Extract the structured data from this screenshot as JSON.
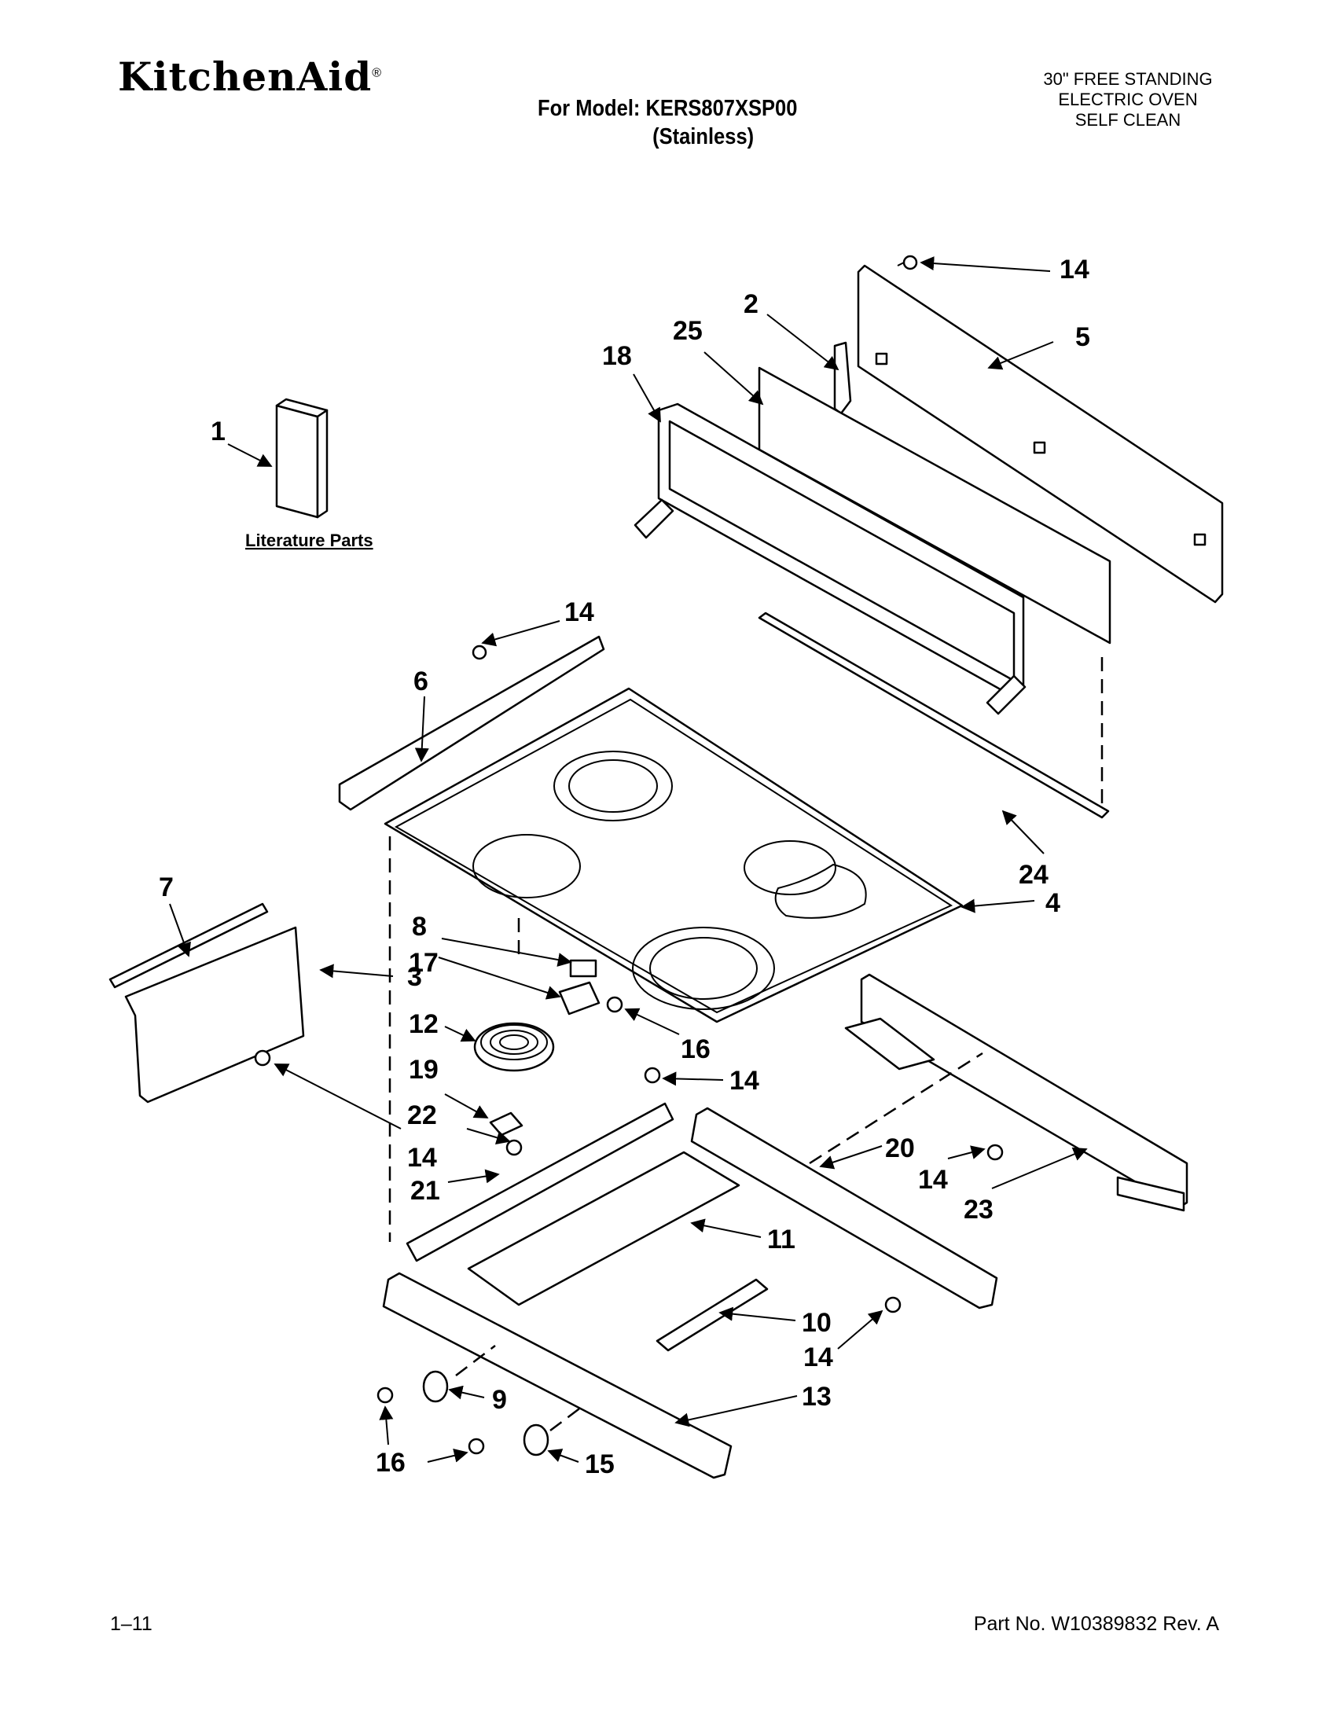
{
  "header": {
    "brand": "KitchenAid",
    "brand_mark": "®",
    "model_line": "For Model: KERS807XSP00",
    "finish": "(Stainless)",
    "spec": [
      "30\" FREE STANDING",
      "ELECTRIC OVEN",
      "SELF CLEAN"
    ]
  },
  "literature_label": "Literature Parts",
  "callouts": {
    "c1": "1",
    "c2": "2",
    "c25": "25",
    "c18": "18",
    "c14a": "14",
    "c5": "5",
    "c14b": "14",
    "c6": "6",
    "c24": "24",
    "c4": "4",
    "c7": "7",
    "c8": "8",
    "c17": "17",
    "c3": "3",
    "c12": "12",
    "c16a": "16",
    "c19": "19",
    "c14c": "14",
    "c22": "22",
    "c14d": "14",
    "c21": "21",
    "c20": "20",
    "c14e": "14",
    "c23": "23",
    "c11": "11",
    "c10": "10",
    "c14f": "14",
    "c9": "9",
    "c13": "13",
    "c16b": "16",
    "c15": "15"
  },
  "footer": {
    "page": "1–11",
    "part_no": "Part No. W10389832 Rev. A"
  }
}
